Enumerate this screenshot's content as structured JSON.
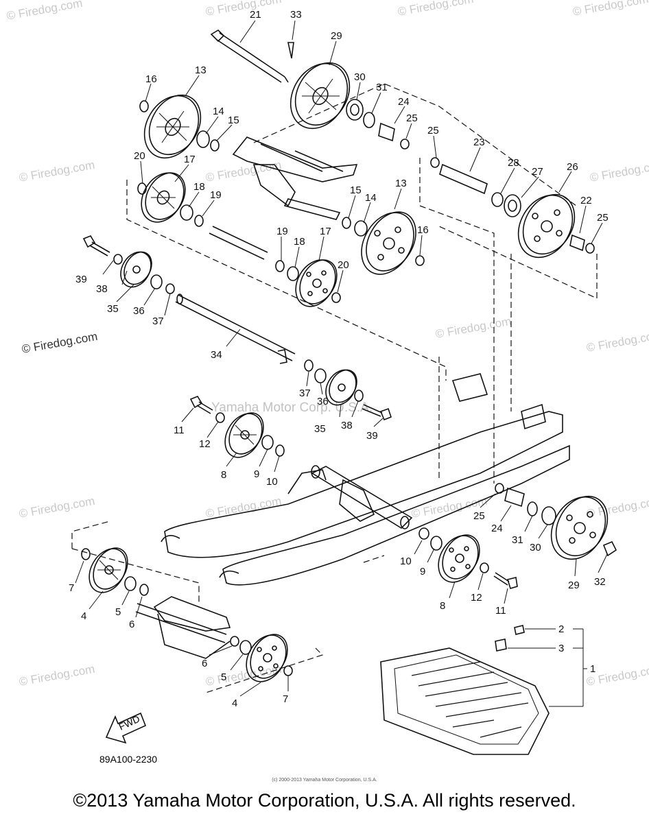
{
  "watermark_text": "© Firedog.com",
  "center_watermark": "Yamaha Motor Corp. U.S.A.",
  "part_code": "89A100-2230",
  "fwd_label": "FWD",
  "tiny_copyright": "(c) 2000-2013 Yamaha Motor Corporation, U.S.A.",
  "copyright": "©2013 Yamaha Motor Corporation, U.S.A. All rights reserved.",
  "callouts": [
    "21",
    "33",
    "29",
    "16",
    "13",
    "30",
    "31",
    "24",
    "25",
    "14",
    "15",
    "25",
    "23",
    "20",
    "17",
    "28",
    "27",
    "26",
    "18",
    "19",
    "15",
    "14",
    "13",
    "22",
    "25",
    "39",
    "38",
    "19",
    "18",
    "17",
    "16",
    "35",
    "36",
    "37",
    "20",
    "34",
    "37",
    "36",
    "35",
    "38",
    "39",
    "11",
    "12",
    "8",
    "9",
    "10",
    "25",
    "24",
    "31",
    "30",
    "29",
    "32",
    "7",
    "4",
    "5",
    "6",
    "10",
    "9",
    "8",
    "12",
    "11",
    "6",
    "5",
    "4",
    "7",
    "2",
    "3",
    "1"
  ]
}
